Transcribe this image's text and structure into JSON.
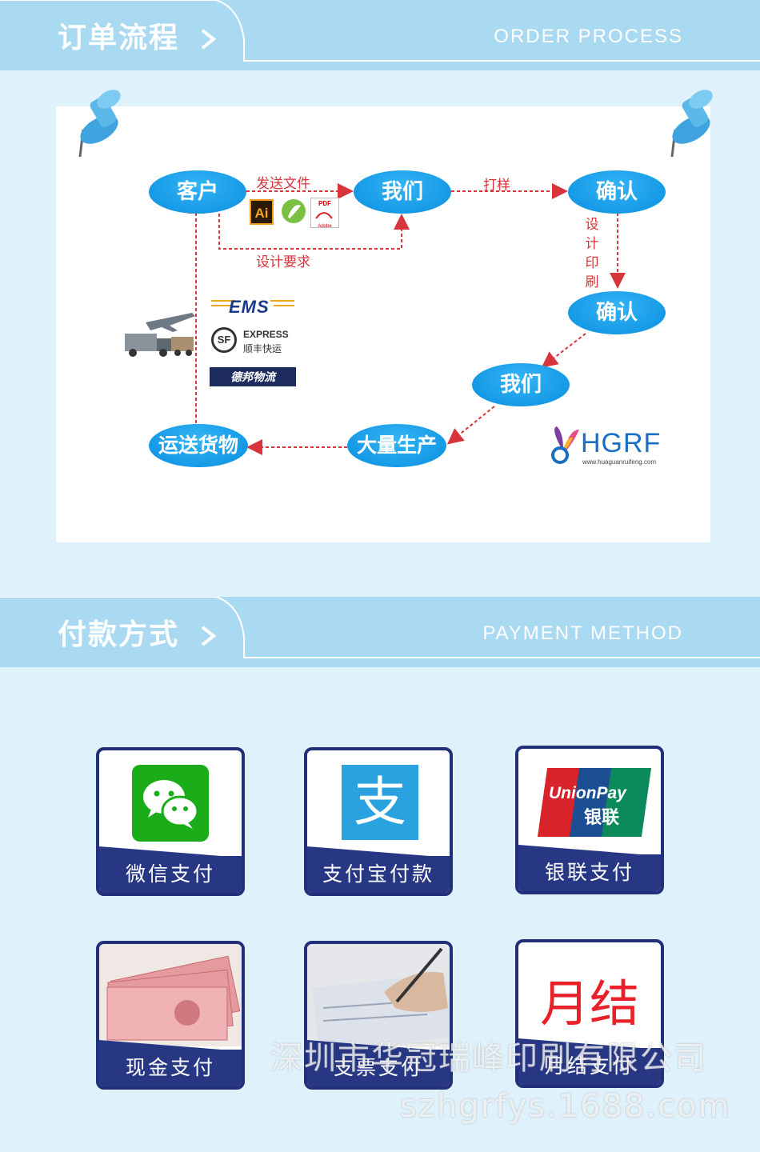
{
  "order_section": {
    "title": "订单流程",
    "subtitle": "ORDER PROCESS",
    "nodes": {
      "customer": "客户",
      "us_top": "我们",
      "confirm_top": "确认",
      "confirm_mid": "确认",
      "us_mid": "我们",
      "mass_production": "大量生产",
      "ship_goods": "运送货物"
    },
    "labels": {
      "send_files": "发送文件",
      "proof": "打样",
      "design_requirements": "设计要求",
      "design_print": "设计印刷"
    },
    "file_icons": {
      "ai": "Ai",
      "pdf": "PDF",
      "adobe": "Adobe"
    },
    "couriers": {
      "ems": "EMS",
      "sf_mark": "SF",
      "sf_express": "EXPRESS",
      "sf_cn": "顺丰快运",
      "deppon": "德邦物流"
    },
    "brand": {
      "name": "HGRF",
      "url": "www.huaguanruifeng.com"
    }
  },
  "payment_section": {
    "title": "付款方式",
    "subtitle": "PAYMENT METHOD",
    "methods": [
      {
        "label": "微信支付",
        "icon": "wechat-icon"
      },
      {
        "label": "支付宝付款",
        "icon": "alipay-icon",
        "glyph": "支"
      },
      {
        "label": "银联支付",
        "icon": "unionpay-icon",
        "logo_text": "UnionPay",
        "logo_cn": "银联"
      },
      {
        "label": "现金支付",
        "icon": "cash-photo"
      },
      {
        "label": "支票支付",
        "icon": "cheque-photo"
      },
      {
        "label": "月结支付",
        "icon": "monthly-text",
        "big_text": "月结"
      }
    ]
  },
  "watermark": {
    "company": "深圳市华冠瑞峰印刷有限公司",
    "url": "szhgrfys.1688.com"
  },
  "colors": {
    "header_bar": "#aad9f2",
    "background": "#dff1fb",
    "oval_blue": "#0a8fe0",
    "arrow_red": "#d8343c",
    "card_navy": "#273784"
  }
}
